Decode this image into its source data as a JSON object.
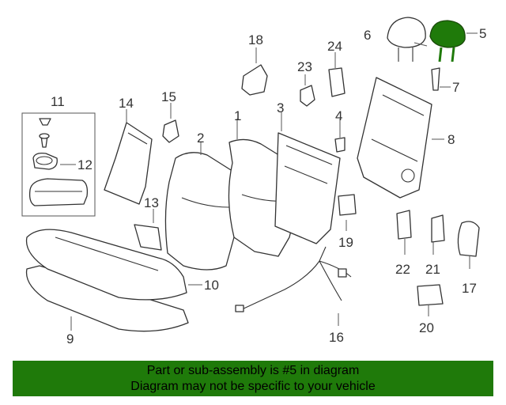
{
  "callouts": [
    "1",
    "2",
    "3",
    "4",
    "5",
    "6",
    "7",
    "8",
    "9",
    "10",
    "11",
    "12",
    "13",
    "14",
    "15",
    "16",
    "17",
    "18",
    "19",
    "20",
    "21",
    "22",
    "23",
    "24"
  ],
  "highlight_color": "#1f7a0a",
  "banner": {
    "line1": "Part or sub-assembly is #5 in diagram",
    "line2": "Diagram may not be specific to your vehicle"
  }
}
